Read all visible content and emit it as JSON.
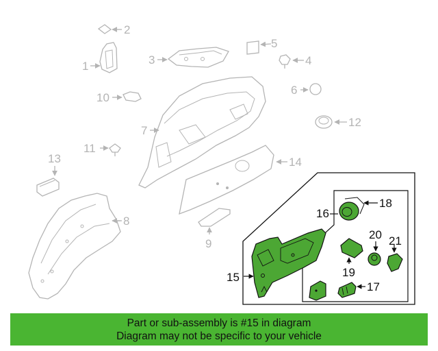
{
  "colors": {
    "banner_bg": "#4ab532",
    "highlight_part": "#4ca734",
    "grey_part": "#b4b4b4",
    "dark_line": "#111111"
  },
  "callouts": {
    "c1": "1",
    "c2": "2",
    "c3": "3",
    "c4": "4",
    "c5": "5",
    "c6": "6",
    "c7": "7",
    "c8": "8",
    "c9": "9",
    "c10": "10",
    "c11": "11",
    "c12": "12",
    "c13": "13",
    "c14": "14",
    "c15": "15",
    "c16": "16",
    "c17": "17",
    "c18": "18",
    "c19": "19",
    "c20": "20",
    "c21": "21"
  },
  "banner": {
    "line1": "Part or sub-assembly is #15 in diagram",
    "line2": "Diagram may not be specific to your vehicle"
  }
}
